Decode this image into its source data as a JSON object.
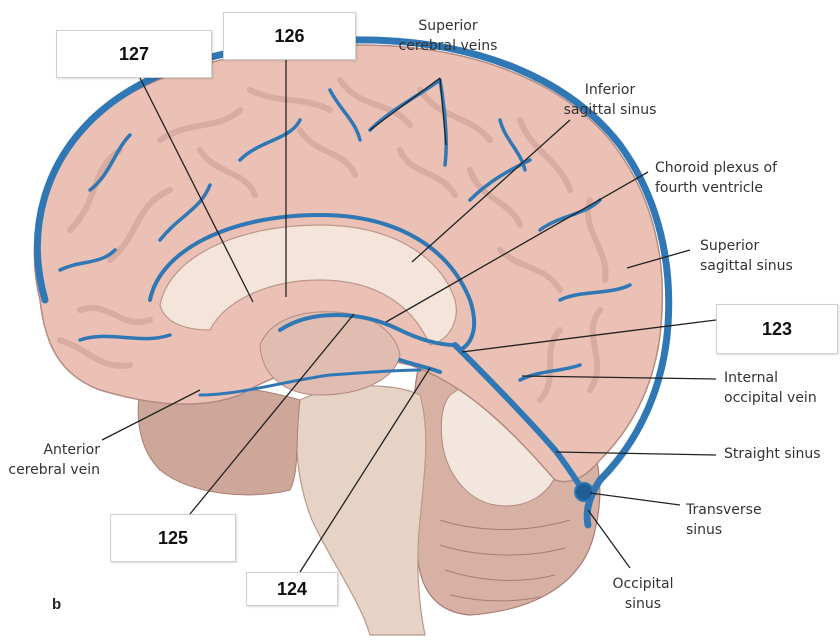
{
  "figure": {
    "panel_letter": "b",
    "colors": {
      "vein_blue": "#2f78b5",
      "brain_pink": "#eac1b4",
      "brain_shadow": "#c99b8f",
      "brainstem": "#e7d3c6",
      "cerebellum": "#d7b1a4",
      "leader_line": "#222222"
    }
  },
  "labels": {
    "superior_cerebral_veins": [
      "Superior",
      "cerebral veins"
    ],
    "inferior_sagittal_sinus": [
      "Inferior",
      "sagittal sinus"
    ],
    "choroid_plexus": [
      "Choroid plexus of",
      "fourth ventricle"
    ],
    "superior_sagittal_sinus": [
      "Superior",
      "sagittal sinus"
    ],
    "internal_occipital_vein": [
      "Internal",
      "occipital vein"
    ],
    "straight_sinus": [
      "Straight sinus"
    ],
    "transverse_sinus": [
      "Transverse",
      "sinus"
    ],
    "occipital_sinus": [
      "Occipital",
      "sinus"
    ],
    "anterior_cerebral_vein": [
      "Anterior",
      "cerebral vein"
    ]
  },
  "number_boxes": {
    "box_127": "127",
    "box_126": "126",
    "box_123": "123",
    "box_125": "125",
    "box_124": "124"
  }
}
